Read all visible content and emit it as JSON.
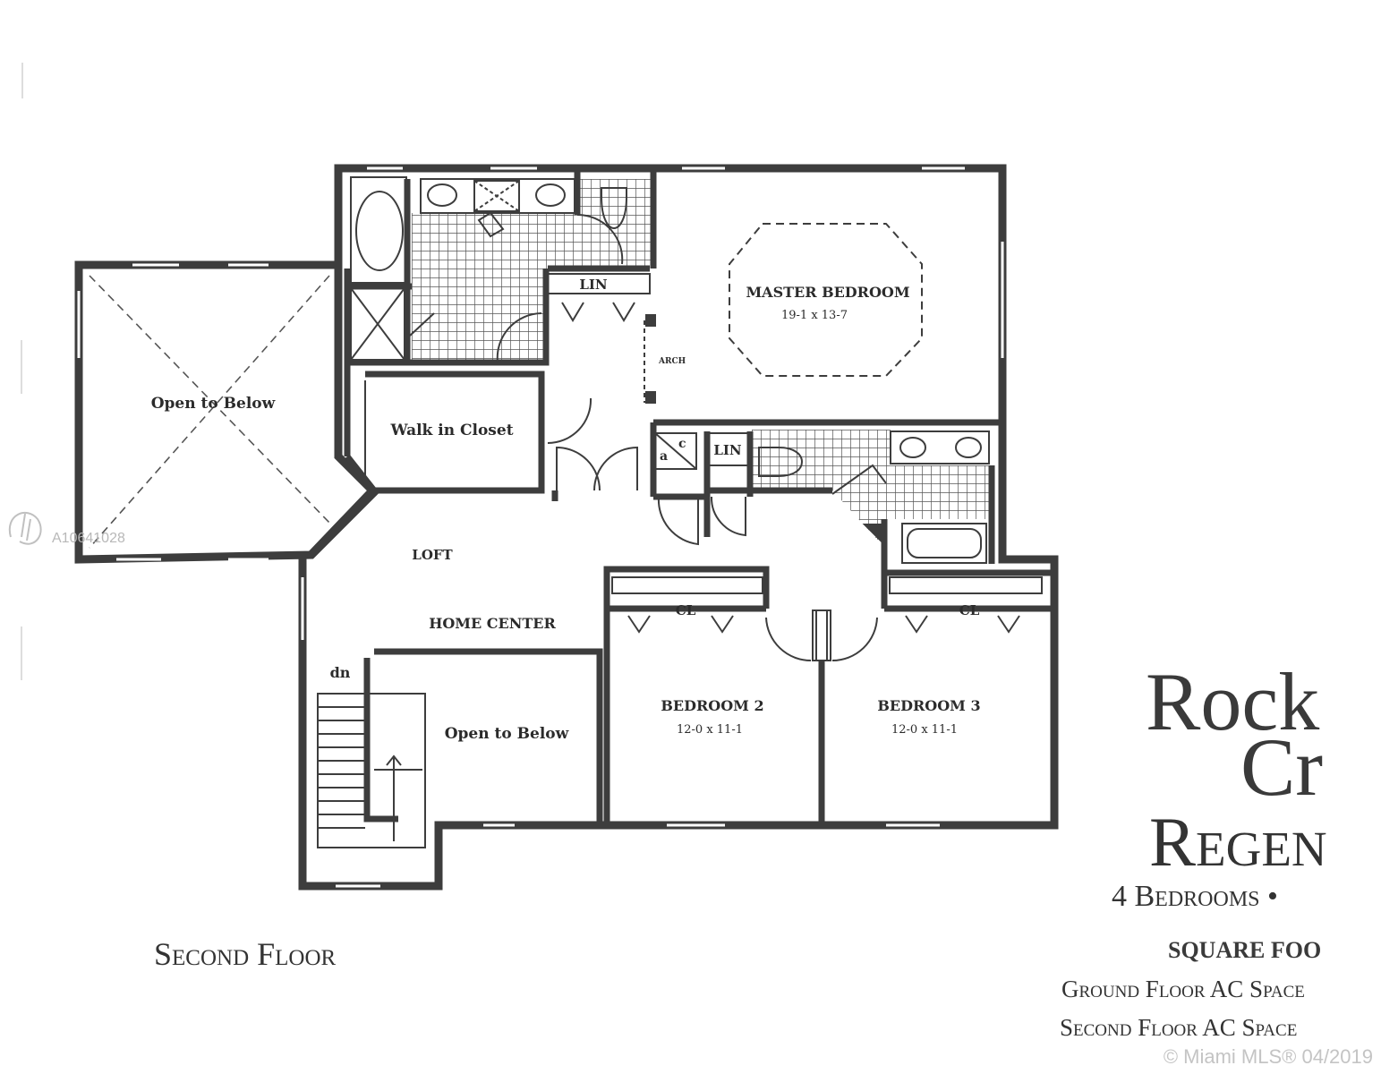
{
  "listing_id": "A10641028",
  "plan": {
    "floor_title": "Second Floor",
    "rooms": {
      "open_to_below_left": "Open to Below",
      "walk_in_closet": "Walk in Closet",
      "lin_upper": "LIN",
      "arch": "ARCH",
      "master_bedroom": "MASTER BEDROOM",
      "master_bedroom_dim": "19-1 x 13-7",
      "ac_a": "a",
      "ac_c": "c",
      "lin_lower": "LIN",
      "loft": "LOFT",
      "home_center": "HOME CENTER",
      "stairs_dn": "dn",
      "open_to_below_center": "Open to Below",
      "closet_bed2": "CL",
      "closet_bed3": "CL",
      "bedroom2": "BEDROOM 2",
      "bedroom2_dim": "12-0 x 11-1",
      "bedroom3": "BEDROOM 3",
      "bedroom3_dim": "12-0 x 11-1"
    }
  },
  "brand": {
    "line1": "Rock",
    "line2": "Cr",
    "model": "Regen",
    "bedrooms": "4 Bedrooms •",
    "square_footage": "SQUARE FOO",
    "ground_floor": "Ground Floor AC Space",
    "second_floor": "Second Floor AC Space"
  },
  "footer": {
    "copyright": "© Miami MLS® 04/2019"
  },
  "colors": {
    "wall": "#3d3d3d",
    "text": "#2b2b2b",
    "watermark": "#b8b8b8"
  }
}
